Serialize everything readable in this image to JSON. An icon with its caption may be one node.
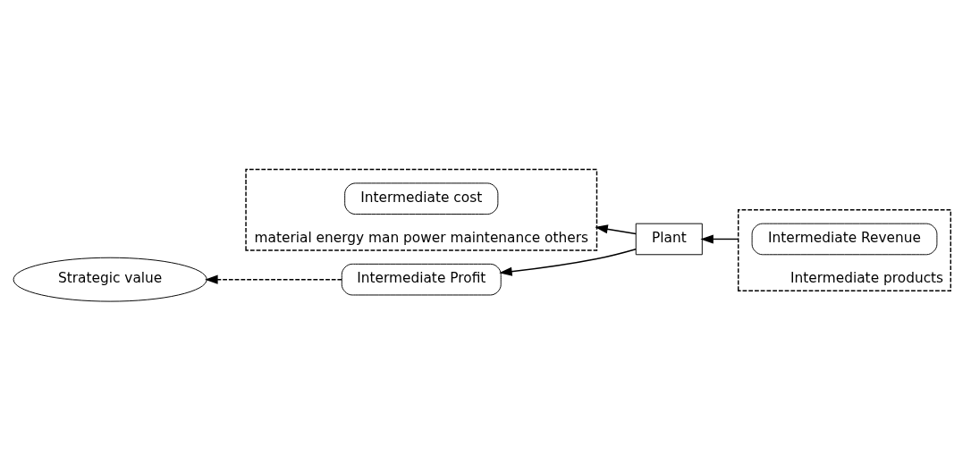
{
  "diagram": {
    "nodes": [
      {
        "text": [
          "material energy man power maintenance others"
        ]
      },
      {
        "text": [
          "Intermediate cost"
        ],
        "in": 0
      },
      {
        "text": [
          "Plant"
        ]
      },
      {
        "text": [
          "Intermediate products"
        ]
      },
      {
        "text": [
          "Intermediate Revenue"
        ],
        "in": 3
      },
      {
        "text": [
          "Intermediate Profit"
        ]
      },
      {
        "text": [
          "Strategic value"
        ]
      }
    ],
    "edges": [
      {
        "from": 2,
        "to": 0,
        "arrow": "to"
      },
      {
        "from": 3,
        "to": 2,
        "arrow": "to"
      },
      {
        "from": 2,
        "to": 5,
        "arrow": "to"
      },
      {
        "from": 5,
        "to": 6,
        "arrow": "to",
        "style": "dashed"
      }
    ]
  }
}
